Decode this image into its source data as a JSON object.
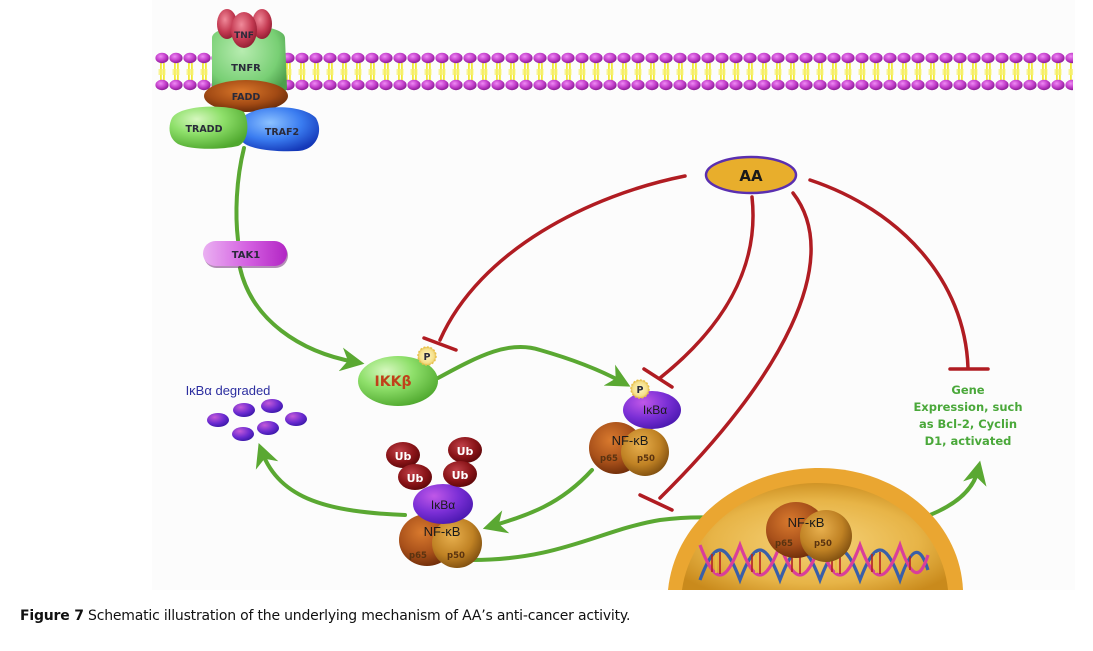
{
  "diagram": {
    "title": "NF-κB signaling pathway inhibition by AA",
    "membrane": {
      "receptor_complex": {
        "ligand": "TNF",
        "receptor": "TNFR",
        "adaptors": [
          "FADD",
          "TRADD",
          "TRAF2"
        ]
      }
    },
    "nodes": {
      "tak1": "TAK1",
      "ikkb": "IKKβ",
      "phospho": "P",
      "ikba": "IκBα",
      "nfkb": "NF-κB",
      "p65": "p65",
      "p50": "p50",
      "ub": "Ub",
      "aa": "AA",
      "degraded_label": "IκBα degraded",
      "gene_expression": [
        "Gene",
        "Expression, such",
        "as Bcl-2, Cyclin",
        "D1, activated"
      ]
    },
    "edges": [
      {
        "from": "TNFR complex",
        "to": "TAK1",
        "type": "activation"
      },
      {
        "from": "TAK1",
        "to": "IKKβ",
        "type": "activation"
      },
      {
        "from": "IKKβ",
        "to": "IκBα (phosphorylated)",
        "type": "activation"
      },
      {
        "from": "IκBα/NF-κB",
        "to": "Ub-IκBα/NF-κB",
        "type": "activation"
      },
      {
        "from": "Ub-IκBα",
        "to": "IκBα degraded",
        "type": "activation"
      },
      {
        "from": "NF-κB",
        "to": "Nucleus NF-κB",
        "type": "activation"
      },
      {
        "from": "Nucleus NF-κB",
        "to": "Gene expression",
        "type": "activation"
      },
      {
        "from": "AA",
        "to": "IKKβ",
        "type": "inhibition"
      },
      {
        "from": "AA",
        "to": "IκBα phosphorylation",
        "type": "inhibition"
      },
      {
        "from": "AA",
        "to": "NF-κB nuclear translocation",
        "type": "inhibition"
      },
      {
        "from": "AA",
        "to": "Gene expression",
        "type": "inhibition"
      }
    ],
    "colors": {
      "activation": "#5aa832",
      "inhibition": "#b01c22",
      "membrane_head": "#c03cc8",
      "membrane_tail": "#f2ea3a",
      "aa_fill": "#e8ae2c",
      "aa_border": "#5a2fb0",
      "gene_text": "#4aa83a"
    }
  },
  "caption": {
    "label": "Figure 7",
    "text": " Schematic illustration of the underlying mechanism of AA’s anti-cancer activity."
  }
}
